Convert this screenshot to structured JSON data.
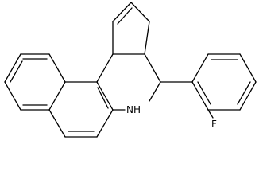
{
  "molecule": {
    "atoms": [
      {
        "id": "nh",
        "text": "NH"
      },
      {
        "id": "f",
        "text": "F"
      }
    ]
  },
  "colors": {
    "bond": "#000000",
    "label": "#000000",
    "background": "#ffffff"
  }
}
